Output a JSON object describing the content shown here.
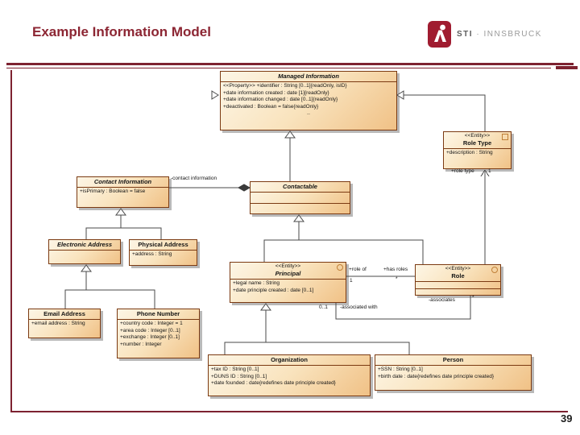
{
  "header": {
    "title": "Example Information Model",
    "logo": {
      "primary": "STI",
      "separator": "·",
      "secondary": "INNSBRUCK"
    }
  },
  "footer": {
    "page_number": "39"
  },
  "colors": {
    "accent_maroon": "#8c2633",
    "box_border": "#7b3a12",
    "box_fill_top": "#fdf6e6",
    "box_fill_bottom": "#f0c186",
    "connector": "#4a4a4a"
  },
  "diagram": {
    "classes": {
      "managed_information": {
        "title": "Managed Information",
        "attrs": [
          "<<Property>> +identifier : String [0..1]{readOnly, isID}",
          "+date information created : date [1]{readOnly}",
          "+date information changed : date [0..1]{readOnly}",
          "+deactivated : Boolean = false{readOnly}"
        ],
        "more": ".."
      },
      "role_type": {
        "stereotype": "<<Entity>>",
        "title": "Role Type",
        "attrs": [
          "+description : String"
        ]
      },
      "contact_information": {
        "title": "Contact Information",
        "attrs": [
          "+isPrimary : Boolean = false"
        ]
      },
      "contactable": {
        "title": "Contactable"
      },
      "electronic_address": {
        "title": "Electronic Address"
      },
      "physical_address": {
        "title": "Physical Address",
        "attrs": [
          "+address : String"
        ]
      },
      "principal": {
        "stereotype": "<<Entity>>",
        "title": "Principal",
        "attrs": [
          "+legal name : String",
          "+date principle created : date [0..1]"
        ]
      },
      "role": {
        "stereotype": "<<Entity>>",
        "title": "Role"
      },
      "email_address": {
        "title": "Email Address",
        "attrs": [
          "+email address : String"
        ]
      },
      "phone_number": {
        "title": "Phone Number",
        "attrs": [
          "+country code : Integer = 1",
          "+area code : Integer [0..1]",
          "+exchange : Integer [0..1]",
          "+number : Integer"
        ]
      },
      "organization": {
        "title": "Organization",
        "attrs": [
          "+tax ID : String [0..1]",
          "+DUNS ID : String [0..1]",
          "+date founded : date{redefines date principle created}"
        ]
      },
      "person": {
        "title": "Person",
        "attrs": [
          "+SSN : String [0..1]",
          "+birth date : date{redefines date principle created}"
        ]
      }
    },
    "labels": {
      "contact_information_end": "-contact information",
      "role_type_end": "+role type",
      "role_type_mult": "1",
      "role_of_end": "+role of",
      "role_of_mult": "1",
      "has_roles_end": "+has roles",
      "has_roles_mult": "*",
      "associated_with_mult": "0..1",
      "associated_with_end": "-associated with",
      "associates_end": "-associates",
      "associates_mult": "*"
    }
  }
}
